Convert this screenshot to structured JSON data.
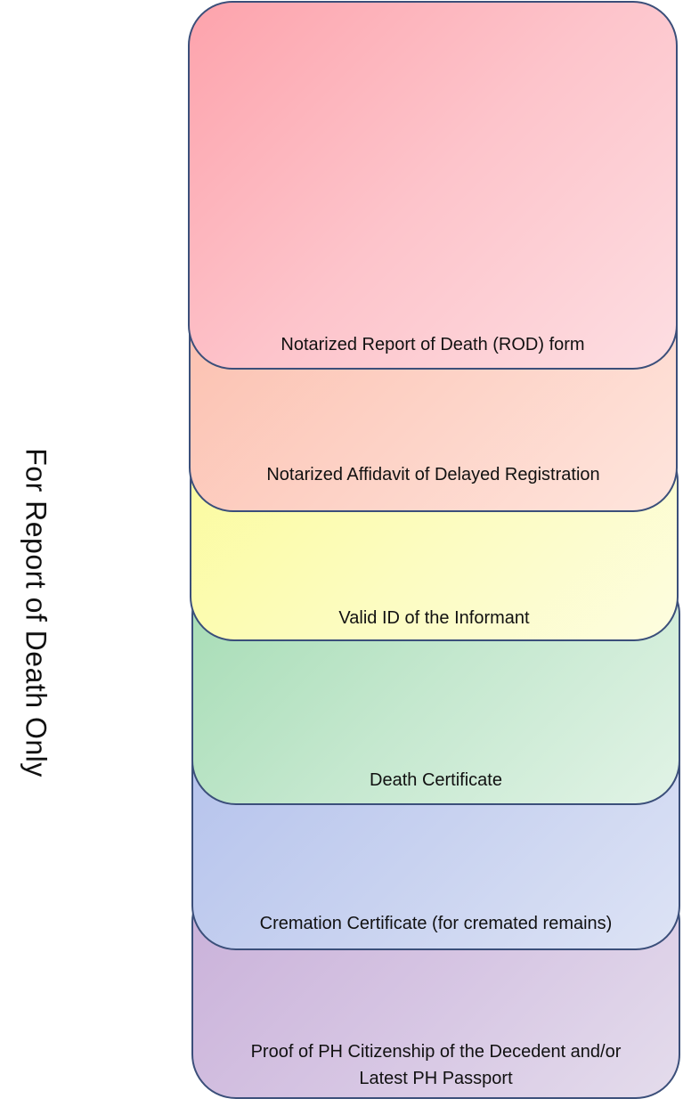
{
  "side_label": "For Report of Death Only",
  "requirements": [
    {
      "lines": [
        "Notarized Report of Death (ROD) form"
      ],
      "color": "#fdb3bb"
    },
    {
      "lines": [
        "Notarized Affidavit of Delayed Registration"
      ],
      "color": "#fdd0c3"
    },
    {
      "lines": [
        "Valid ID of the Informant"
      ],
      "color": "#fcfcb8"
    },
    {
      "lines": [
        "Death Certificate"
      ],
      "color": "#c3e7cd"
    },
    {
      "lines": [
        "Cremation Certificate (for cremated remains)"
      ],
      "color": "#c6d0f0"
    },
    {
      "lines": [
        "Proof of PH Citizenship of the Decedent and/or",
        "Latest PH Passport"
      ],
      "color": "#d4c3e2"
    }
  ],
  "border_color": "#3b4f7a"
}
